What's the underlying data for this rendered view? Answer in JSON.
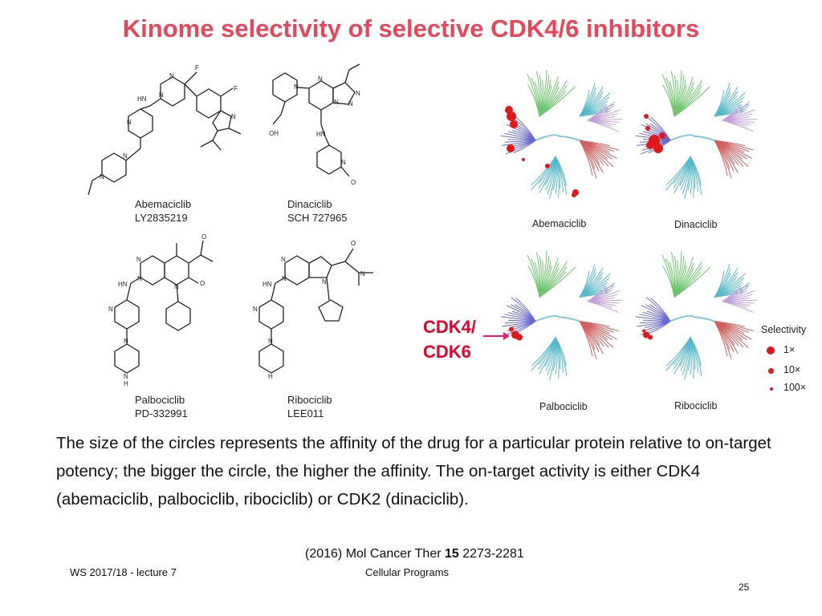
{
  "slide": {
    "title": "Kinome selectivity of selective CDK4/6 inhibitors",
    "structures": [
      {
        "name": "Abemaciclib",
        "code": "LY2835219"
      },
      {
        "name": "Dinaciclib",
        "code": "SCH 727965"
      },
      {
        "name": "Palbociclib",
        "code": "PD-332991"
      },
      {
        "name": "Ribociclib",
        "code": "LEE011"
      }
    ],
    "kinome_trees": [
      {
        "name": "Abemaciclib"
      },
      {
        "name": "Dinaciclib"
      },
      {
        "name": "Palbociclib"
      },
      {
        "name": "Ribociclib"
      }
    ],
    "cdk_label_line1": "CDK4/",
    "cdk_label_line2": "CDK6",
    "legend": {
      "title": "Selectivity",
      "items": [
        {
          "label": "1×"
        },
        {
          "label": "10×"
        },
        {
          "label": "100×"
        }
      ]
    },
    "body_text": "The size of the circles represents the affinity of the drug for a particular protein relative to on-target potency; the bigger the circle, the higher the affinity. The on-target activity is either CDK4 (abemaciclib, palbociclib, ribociclib) or CDK2 (dinaciclib).",
    "citation": {
      "prefix": "(2016) Mol Cancer Ther ",
      "volume": "15",
      "pages": " 2273-2281"
    },
    "footer_left": "WS 2017/18 - lecture 7",
    "footer_center": "Cellular Programs",
    "page_number": "25",
    "colors": {
      "title": "#e8465a",
      "cdk_label": "#e8002a",
      "arrow": "#e0207a",
      "dot": "#e01818",
      "tk_branch": "#6a6ad0",
      "agc_branch": "#6cc46c",
      "cmgc_branch": "#d06060",
      "camk_branch": "#56b8c8",
      "ste_branch": "#c0a0d8"
    },
    "atom_labels": {
      "abemaciclib": [
        "F",
        "F",
        "N",
        "N",
        "HN",
        "N",
        "N",
        "N",
        "N"
      ],
      "dinaciclib": [
        "N",
        "N",
        "N",
        "N",
        "N",
        "OH",
        "HN",
        "N",
        "O"
      ],
      "palbociclib": [
        "O",
        "N",
        "N",
        "HN",
        "N",
        "N",
        "O",
        "N",
        "N",
        "H"
      ],
      "ribociclib": [
        "O",
        "N",
        "N",
        "HN",
        "N",
        "N",
        "N",
        "N",
        "H"
      ]
    }
  }
}
